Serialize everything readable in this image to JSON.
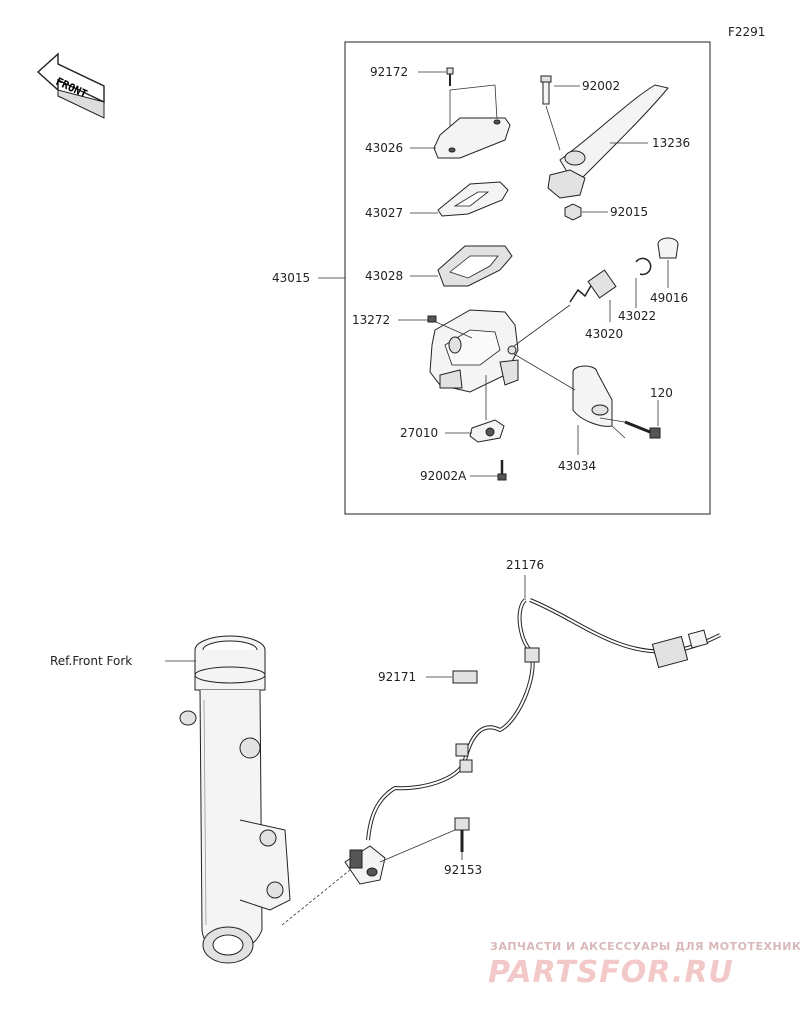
{
  "diagram_code": "F2291",
  "front_label": "FRONT",
  "group_label": "43015",
  "ref_label": "Ref.Front Fork",
  "parts": {
    "p92172": "92172",
    "p43026": "43026",
    "p43027": "43027",
    "p43028": "43028",
    "p13272": "13272",
    "p27010": "27010",
    "p92002A": "92002A",
    "p92002": "92002",
    "p13236": "13236",
    "p92015": "92015",
    "p49016": "49016",
    "p43022": "43022",
    "p43020": "43020",
    "p120": "120",
    "p43034": "43034",
    "p21176": "21176",
    "p92171": "92171",
    "p92153": "92153"
  },
  "watermark": {
    "line1": "ЗАПЧАСТИ И АКСЕССУАРЫ ДЛЯ МОТОТЕХНИКИ",
    "line2": "PARTSFOR.RU"
  }
}
